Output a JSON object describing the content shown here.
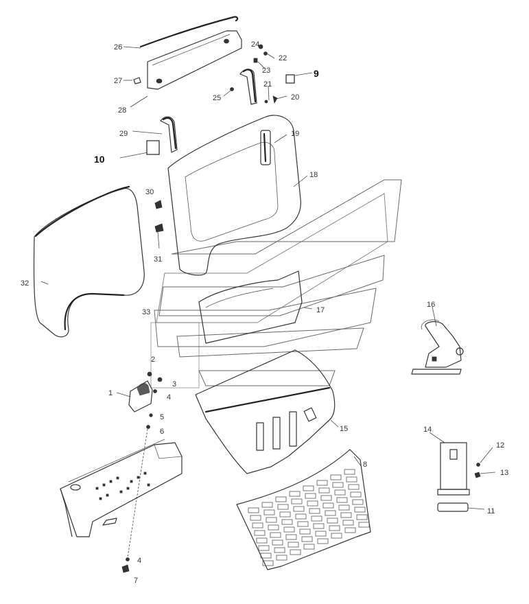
{
  "callouts": {
    "c1": "1",
    "c2": "2",
    "c3": "3",
    "c4a": "4",
    "c4b": "4",
    "c5": "5",
    "c6": "6",
    "c7": "7",
    "c8": "8",
    "c9": "9",
    "c10": "10",
    "c11": "11",
    "c12": "12",
    "c13": "13",
    "c14": "14",
    "c15": "15",
    "c16": "16",
    "c17": "17",
    "c18": "18",
    "c19": "19",
    "c20": "20",
    "c21": "21",
    "c22": "22",
    "c23": "23",
    "c24": "24",
    "c25": "25",
    "c26": "26",
    "c27": "27",
    "c28": "28",
    "c29": "29",
    "c30": "30",
    "c31": "31",
    "c32": "32",
    "c33": "33"
  }
}
